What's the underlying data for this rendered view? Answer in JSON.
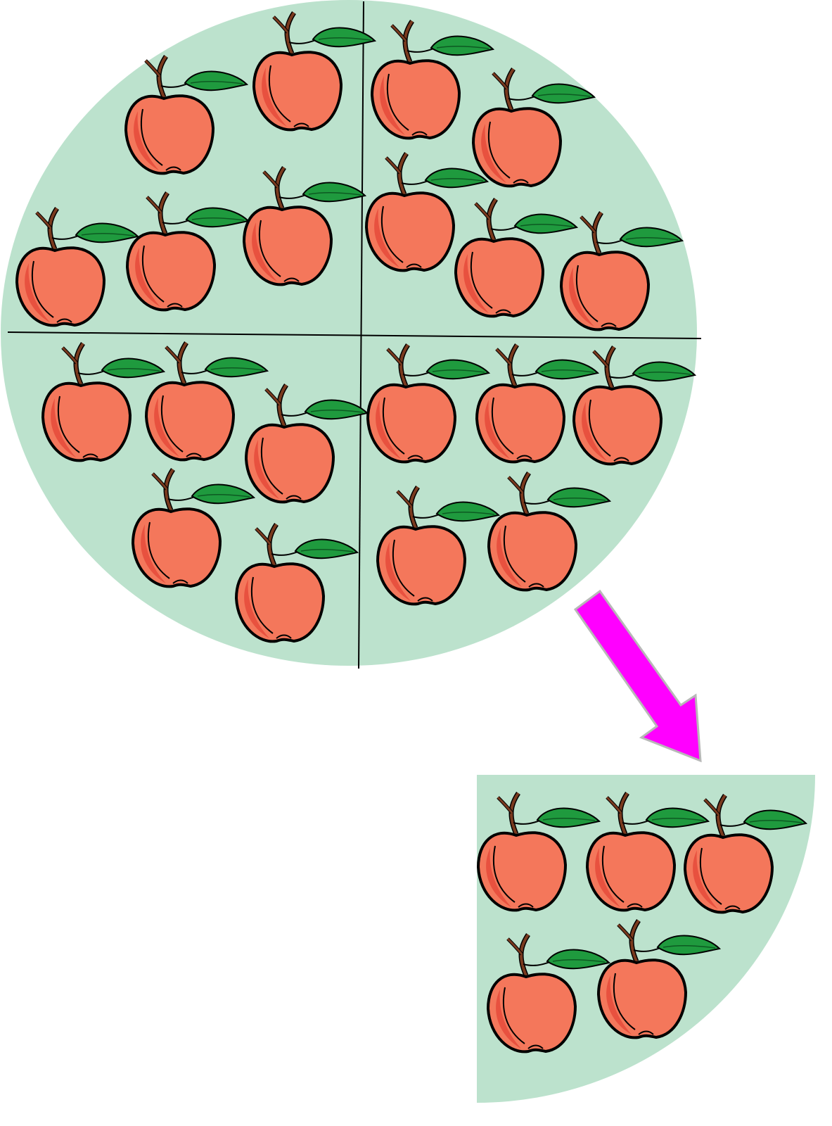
{
  "diagram": {
    "whole": {
      "parts": 4,
      "apples_per_part": [
        5,
        5,
        5,
        5
      ]
    },
    "extracted_part": {
      "apples": 5
    },
    "colors": {
      "plate": "#bce2cd",
      "apple": "#f4775b",
      "apple_shade": "#e8513f",
      "leaf": "#1f9a3e",
      "stem": "#7a3a1e",
      "arrow": "#ff00ff",
      "arrow_outline": "#b8b8b8",
      "divider": "#000000"
    },
    "icons": {
      "apple": "apple-icon",
      "arrow": "arrow-down-right-icon"
    }
  }
}
